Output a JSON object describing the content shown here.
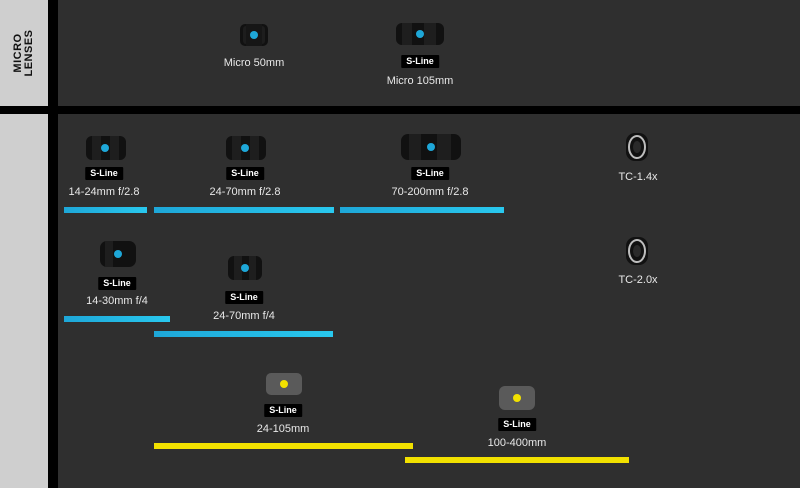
{
  "sections": {
    "micro": {
      "label_line1": "MICRO",
      "label_line2": "LENSES"
    }
  },
  "lenses": {
    "micro_50": {
      "name": "Micro 50mm"
    },
    "micro_105": {
      "badge": "S-Line",
      "name": "Micro 105mm"
    },
    "z14_24": {
      "badge": "S-Line",
      "name": "14-24mm f/2.8"
    },
    "z24_70_28": {
      "badge": "S-Line",
      "name": "24-70mm f/2.8"
    },
    "z70_200": {
      "badge": "S-Line",
      "name": "70-200mm f/2.8"
    },
    "tc14": {
      "name": "TC-1.4x"
    },
    "z14_30": {
      "badge": "S-Line",
      "name": "14-30mm f/4"
    },
    "z24_70_4": {
      "badge": "S-Line",
      "name": "24-70mm f/4"
    },
    "tc20": {
      "name": "TC-2.0x"
    },
    "z24_105": {
      "badge": "S-Line",
      "name": "24-105mm"
    },
    "z100_400": {
      "badge": "S-Line",
      "name": "100-400mm"
    }
  },
  "colors": {
    "accent_blue": "#1ea7d8",
    "accent_yellow": "#f2e100",
    "panel": "#2f2f2f",
    "label_band": "#cfcfcf"
  }
}
